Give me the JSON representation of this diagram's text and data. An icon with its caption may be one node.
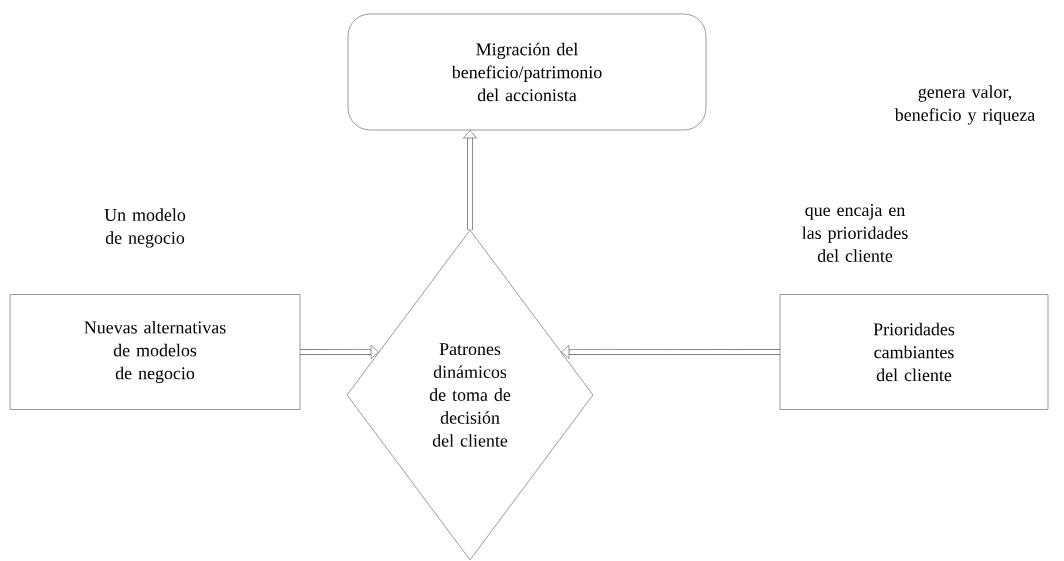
{
  "diagram": {
    "nodes": [
      {
        "text": [
          "Migración del beneficio/patrimonio del accionista"
        ]
      },
      {
        "text": [
          "Nuevas alternativas de modelos de negocio"
        ]
      },
      {
        "text": [
          "Patrones dinámicos de toma de decisión del cliente"
        ]
      },
      {
        "text": [
          "Prioridades cambiantes del cliente"
        ]
      }
    ],
    "edges": [
      {
        "from": 1,
        "to": 2,
        "arrow": "to"
      },
      {
        "from": 3,
        "to": 2,
        "arrow": "to"
      },
      {
        "from": 2,
        "to": 0,
        "arrow": "to"
      }
    ],
    "labels": [
      "Un modelo de negocio",
      "que encaja en las prioridades del cliente",
      "genera valor, beneficio y riqueza"
    ]
  }
}
